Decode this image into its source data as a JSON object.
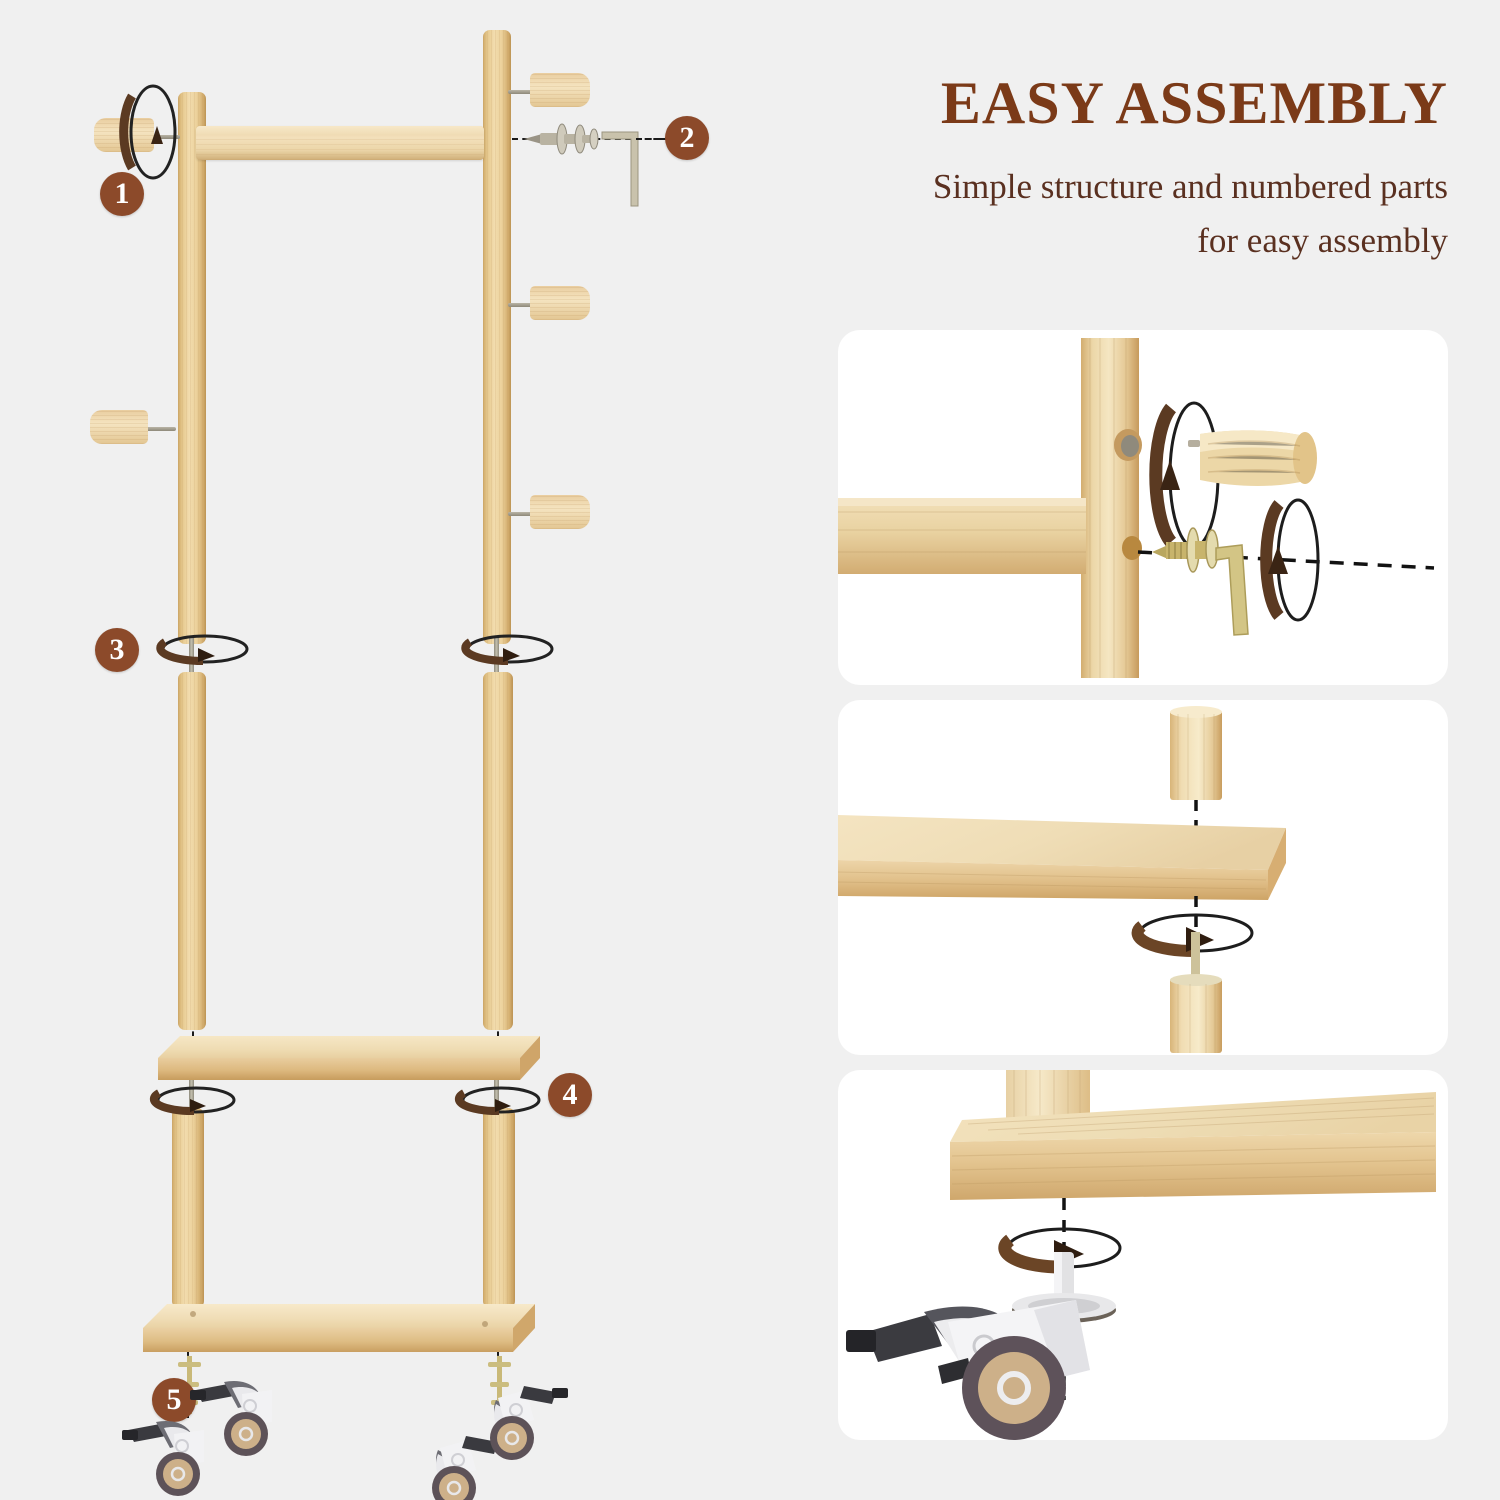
{
  "background_color": "#f0f0f0",
  "accent_color": "#8c4a2a",
  "heading": {
    "title": "EASY ASSEMBLY",
    "subtitle_line1": "Simple structure and numbered parts",
    "subtitle_line2": "for easy assembly"
  },
  "diagram": {
    "name": "exploded-assembly-diagram",
    "steps": [
      {
        "number": "1",
        "meaning": "screw-wooden-peg-hook-into-post"
      },
      {
        "number": "2",
        "meaning": "fasten-crossbar-with-bolt-and-allen-key"
      },
      {
        "number": "3",
        "meaning": "screw-post-sections-together"
      },
      {
        "number": "4",
        "meaning": "attach-shelf-between-posts"
      },
      {
        "number": "5",
        "meaning": "screw-caster-wheels-into-base-shelf"
      }
    ],
    "parts": {
      "post": "wooden-post",
      "crossbar": "wooden-hanging-rail",
      "peg": "wooden-peg-hook",
      "bolt": "bolt-and-washers",
      "allen_key": "allen-key",
      "shelf": "wooden-shelf",
      "caster": "locking-caster-wheel"
    }
  },
  "cards": [
    {
      "id": "card-hook",
      "name": "detail-photo-hook-and-bolt",
      "caption": "",
      "depicts": "peg hook and bolt threading into post with allen key"
    },
    {
      "id": "card-shelf",
      "name": "detail-photo-shelf-post-join",
      "caption": "",
      "depicts": "post screwing into shelf from below"
    },
    {
      "id": "card-caster",
      "name": "detail-photo-caster-install",
      "caption": "",
      "depicts": "locking caster wheel screwing into base shelf"
    }
  ]
}
